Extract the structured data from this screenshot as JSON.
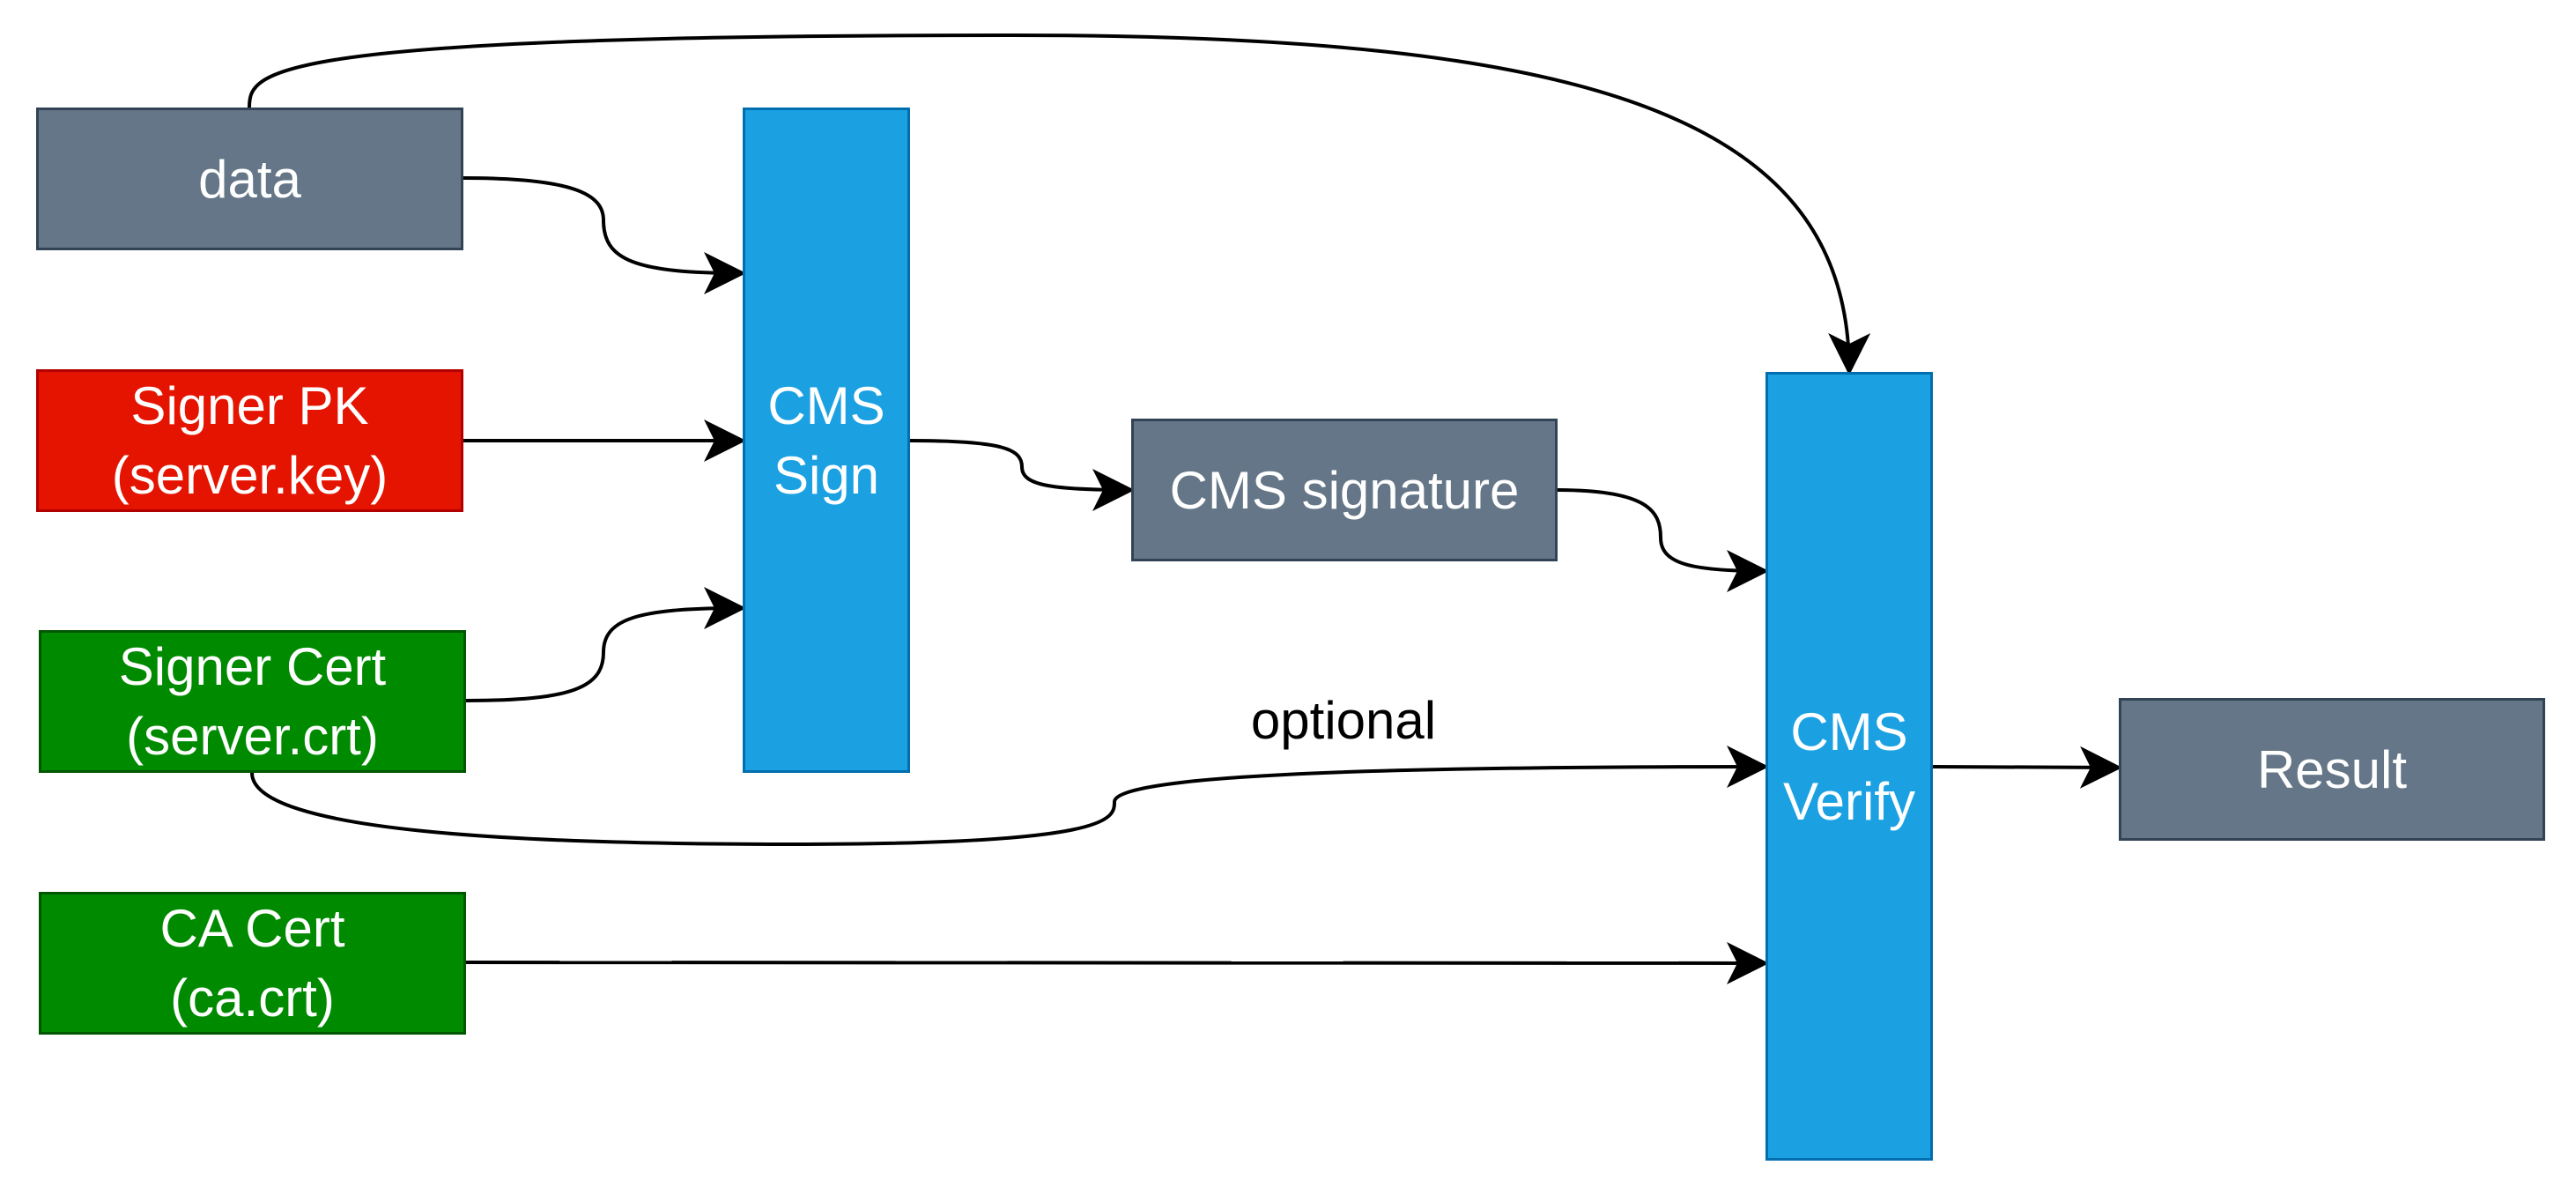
{
  "diagram": {
    "nodes": {
      "data": {
        "lines": [
          "data"
        ]
      },
      "signer_pk": {
        "lines": [
          "Signer PK",
          "(server.key)"
        ]
      },
      "signer_cert": {
        "lines": [
          "Signer Cert",
          "(server.crt)"
        ]
      },
      "ca_cert": {
        "lines": [
          "CA Cert",
          "(ca.crt)"
        ]
      },
      "cms_sign": {
        "lines": [
          "CMS",
          "Sign"
        ]
      },
      "cms_signature": {
        "lines": [
          "CMS signature"
        ]
      },
      "cms_verify": {
        "lines": [
          "CMS",
          "Verify"
        ]
      },
      "result": {
        "lines": [
          "Result"
        ]
      }
    },
    "edge_labels": {
      "optional": "optional"
    },
    "colors": {
      "gray_fill": "#647687",
      "red_fill": "#e51400",
      "green_fill": "#008a00",
      "blue_fill": "#1ba1e2",
      "arrow": "#000000"
    }
  }
}
